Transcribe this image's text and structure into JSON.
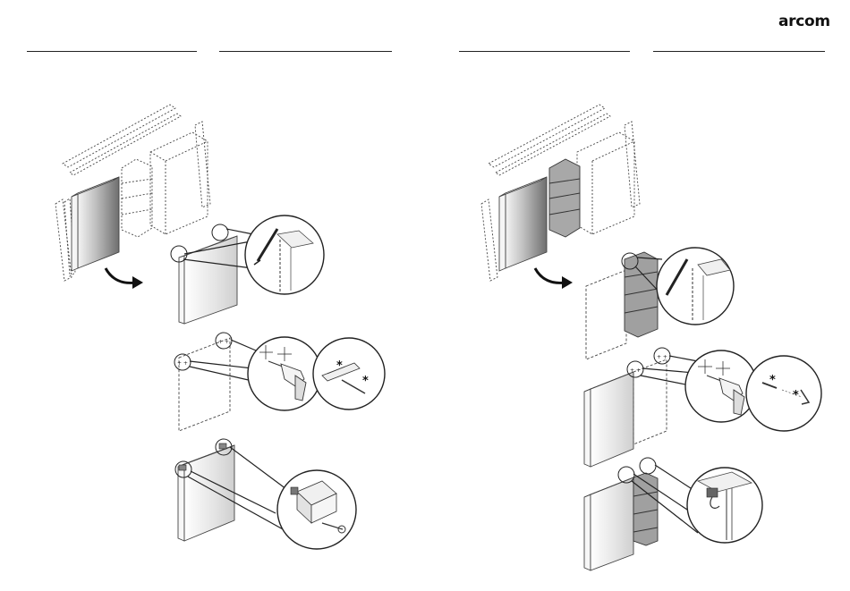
{
  "header": {
    "brand": "arcom"
  },
  "pages": [
    {
      "side": "left",
      "steps": [
        "unpack-panels",
        "edge-detail",
        "drill-wall",
        "hang-cabinet"
      ]
    },
    {
      "side": "right",
      "steps": [
        "unpack-panels-shelf",
        "attach-shelf-unit",
        "drill-wall",
        "hang-shelf-unit"
      ]
    }
  ],
  "markers": {
    "asterisk": "*"
  },
  "colors": {
    "line": "#333333",
    "shelf_fill": "#9a9a9a",
    "panel_dark": "#777777",
    "panel_light": "#f2f2f2"
  }
}
